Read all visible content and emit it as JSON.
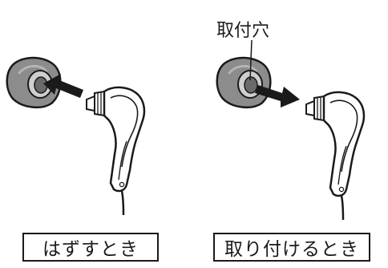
{
  "diagram": {
    "left_panel": {
      "caption": "はずすとき",
      "arrow_direction": "toward-tip"
    },
    "right_panel": {
      "caption": "取り付けるとき",
      "callout_label": "取付穴",
      "arrow_direction": "toward-earphone"
    }
  },
  "colors": {
    "line": "#1a1a1a",
    "tip_fill": "#8c8c8c",
    "tip_shade": "#5e5e5e",
    "earphone_fill": "#ffffff"
  }
}
